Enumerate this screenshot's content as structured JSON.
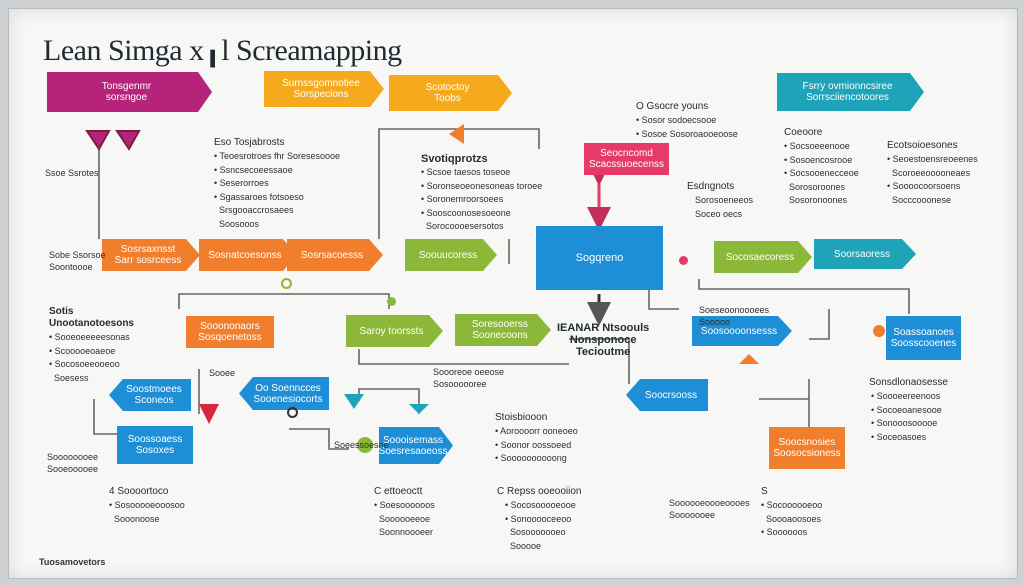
{
  "title": "Lean Simga x╻l Screamapping",
  "footer": "Tuosamovetors",
  "colors": {
    "magenta": "#b5247a",
    "orange": "#f07e2c",
    "amber": "#f5a91d",
    "teal": "#1ea3b8",
    "blue": "#1e8fd6",
    "green": "#8cb83a",
    "pink": "#e53a6a",
    "red": "#d7263d"
  },
  "top_tags": [
    {
      "id": "t1",
      "label": "Tonsgenmr\nsorsngoe",
      "color": "magenta"
    },
    {
      "id": "t2",
      "label": "Surnssgomnotiee\nSorspecions",
      "color": "amber"
    },
    {
      "id": "t3",
      "label": "Scotoctoy\nToobs",
      "color": "amber"
    },
    {
      "id": "t4",
      "label": "Fsrry ovmionncsiree\nSorrsciiencotoores",
      "color": "teal"
    }
  ],
  "flow_row1": [
    {
      "label": "Sosrsaxnsst\nSarr sosrceess",
      "color": "orange"
    },
    {
      "label": "Sosnatcoesonss",
      "color": "orange"
    },
    {
      "label": "Sosrsacoesss",
      "color": "orange"
    },
    {
      "label": "Soouucoress",
      "color": "green"
    },
    {
      "label": "Sogqreno",
      "color": "blue"
    },
    {
      "label": "Socosaecoress",
      "color": "green"
    },
    {
      "label": "Soorsaoress",
      "color": "teal"
    }
  ],
  "flow_row2": [
    {
      "label": "Sooononaors\nSosqoenetoss",
      "color": "orange"
    },
    {
      "label": "Saroy toorssts",
      "color": "green"
    },
    {
      "label": "Soresooerss\nSoonecoons",
      "color": "green"
    },
    {
      "label": "Soosoooonsesss",
      "color": "blue"
    },
    {
      "label": "Soassoanoes\nSoosscooenes",
      "color": "blue"
    }
  ],
  "flow_row3": [
    {
      "label": "Soostmoees\nSconeos",
      "color": "blue"
    },
    {
      "label": "Oo Soenncces\nSooenesiocorts",
      "color": "blue"
    },
    {
      "label": "Soossoaess\nSosoxes",
      "color": "blue"
    },
    {
      "label": "Soooisemass\nSoesresaoeoss",
      "color": "blue"
    },
    {
      "label": "Soocrsooss",
      "color": "blue"
    },
    {
      "label": "Soocsnosies\nSoosocsioness",
      "color": "orange"
    }
  ],
  "center_tag": {
    "label": "Seocncomd\nScacssuoecenss",
    "color": "pink"
  },
  "lean_text": "IEANAR Ntsoouls\nNonsponoce\nTecioutme",
  "sections": [
    {
      "id": "s1",
      "head": "Eso Tosjabrosts",
      "lines": "• Teoesrotroes fhr Soresesoooe\n• Ssncsecoeessaoe\n• Seserorroes\n• Sgassaroes fotsoeso\n  Srsgooaccrosaees\n  Soosooos"
    },
    {
      "id": "s2",
      "head": "Svotiqprotzs",
      "lines": "• Scsoe taesos toseoe\n• Soronseoeonesoneas toroee\n• Soronemroorsoees\n• Sooscoonosesoeone\n  Sorocoooesersotos"
    },
    {
      "id": "s3",
      "head": "O Gsocre youns",
      "lines": "• Sosor sodoecsooe\n• Sosoe Sosoroaooeoose"
    },
    {
      "id": "s4",
      "head": "Esdngnots",
      "lines": "Sorosoeneeos\nSoceo oecs"
    },
    {
      "id": "s5",
      "head": "Coeoore",
      "lines": "• Socsoeeenooe\n• Sosoencosrooe\n• Socsooenecceoe\n  Sorosoroones\n  Sosoronoones"
    },
    {
      "id": "s6",
      "head": "Ecotsoioesones",
      "lines": "• Seoestoensreoeenes\n  Scoroeeooooneaes\n• Soooocoorsoens\n  Socccooonese"
    },
    {
      "id": "s7",
      "head": "Sotis\nUnootanotoesons",
      "lines": "• Sooeoeeeeesonas\n• Scooooeoaeoe\n• Socosoeeooeoo\n  Soesess"
    },
    {
      "id": "s8",
      "head": "Sonsdlonaosesse",
      "lines": "• Soooeereenoos\n• Socoeoanesooe\n• Sonooosooooe\n• Soceoasoes"
    },
    {
      "id": "s9",
      "head": "Stoisbiooon",
      "lines": "• Aoroooorr ooneoeo\n• Soonor oossoeed\n• Soooooooooong"
    },
    {
      "id": "s10",
      "head": "4 Soooortoco",
      "lines": "• Sosooooeooosoo\n  Sooonoose"
    },
    {
      "id": "s11",
      "head": "C ettoeoctt",
      "lines": "• Soesoooooos\n  Soooooeeoe\n  Soonnoooeer"
    },
    {
      "id": "s12",
      "head": "C Repss ooeooiion",
      "lines": "• Socosooooeooe\n• Sonooooceeoo\n  Sosooooooeo\n  Sooooe"
    },
    {
      "id": "s13",
      "head": "S",
      "lines": "• Socoooooeoo\n  Soooaoosoes\n• Soooooos"
    }
  ],
  "side_notes": {
    "left1": "Ssoe Ssrotes",
    "left2": "Sobe Ssorsoe\nSoontoooe",
    "left3": "Soooooooee\nSooeooooee",
    "left4": "Soeessoesoe",
    "misc1": "Soooreoe oeeose\nSosoooooree",
    "misc2": "Sooee",
    "misc3": "Soeseoonoooees\nSooooo",
    "misc4": "Soooooeoooeoooes\nSooooooee"
  }
}
